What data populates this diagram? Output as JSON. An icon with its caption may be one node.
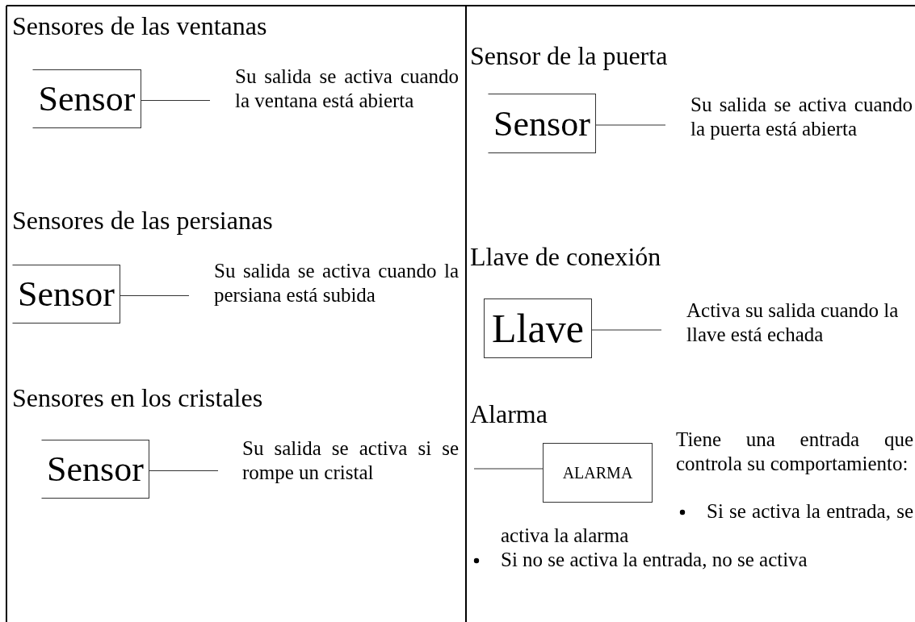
{
  "diagram": {
    "nodes": [
      {
        "text": [
          "Sensor"
        ]
      },
      {
        "text": [
          "Sensor"
        ]
      },
      {
        "text": [
          "Sensor"
        ]
      },
      {
        "text": [
          "Sensor"
        ]
      },
      {
        "text": [
          "Llave"
        ]
      },
      {
        "text": [
          "ALARMA"
        ]
      }
    ],
    "edges": [
      {
        "from": 0,
        "to": null,
        "arrow": "none"
      },
      {
        "from": 1,
        "to": null,
        "arrow": "none"
      },
      {
        "from": 2,
        "to": null,
        "arrow": "none"
      },
      {
        "from": 3,
        "to": null,
        "arrow": "none"
      },
      {
        "from": 4,
        "to": null,
        "arrow": "none"
      },
      {
        "from": null,
        "to": 5,
        "arrow": "none"
      }
    ],
    "labels": [
      "Sensores de las ventanas",
      "Su salida se activa cuando la ventana está abierta",
      "Sensor de la puerta",
      "Su salida se activa cuando la puerta está abierta",
      "Sensores de las persianas",
      "Su salida se activa cuando la persiana está subida",
      "Llave de conexión",
      "Activa su salida cuando la llave está echada",
      "Sensores en los cristales",
      "Su salida se activa si se rompe un cristal",
      "Alarma",
      "Tiene una entrada que controla su comportamiento:",
      "Si se activa la entrada, se activa la alarma",
      "Si no se activa la entrada, no se activa"
    ]
  }
}
